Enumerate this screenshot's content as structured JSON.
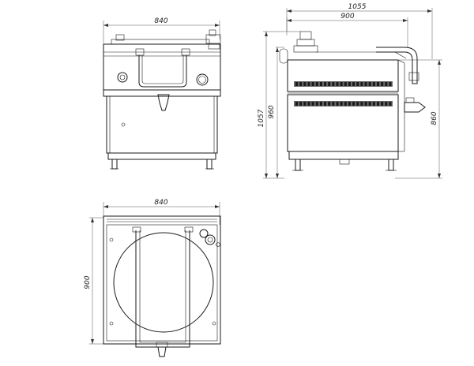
{
  "drawing": {
    "front_view": {
      "width_label": "840"
    },
    "side_view": {
      "overall_depth_label": "1055",
      "depth_label": "900",
      "overall_height_label": "1057",
      "height_label": "960",
      "worktop_height_label": "860"
    },
    "top_view": {
      "width_label": "840",
      "depth_label": "900"
    }
  }
}
